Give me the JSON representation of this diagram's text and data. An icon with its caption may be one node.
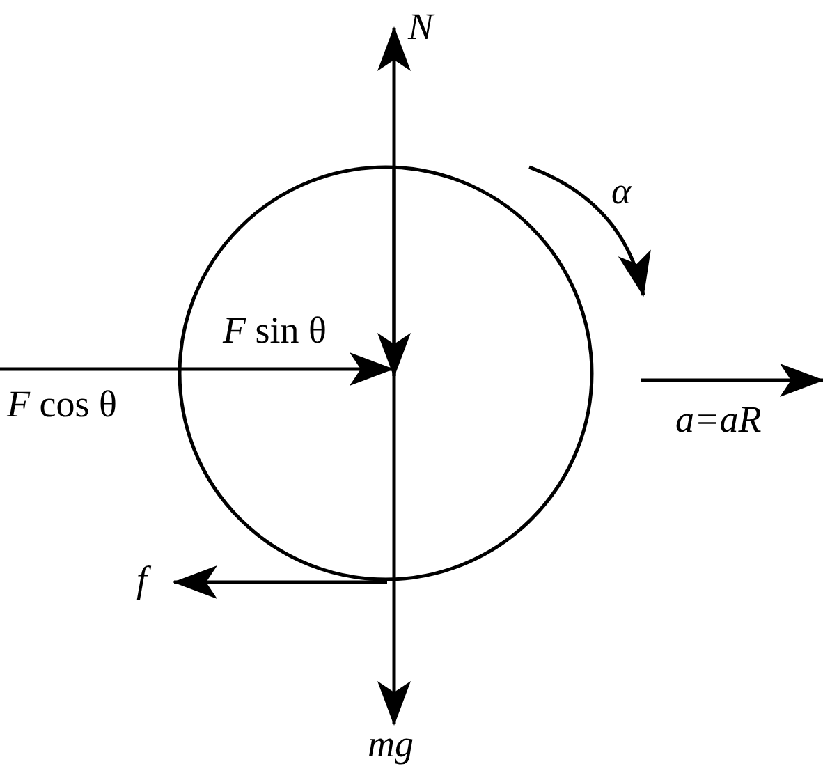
{
  "diagram": {
    "nodes": [
      {
        "text": [],
        "shape": "circle"
      }
    ],
    "labels": [
      "N",
      "α",
      "*F* sin θ",
      "*F* cos θ",
      "a=aR",
      "f",
      "mg"
    ]
  }
}
